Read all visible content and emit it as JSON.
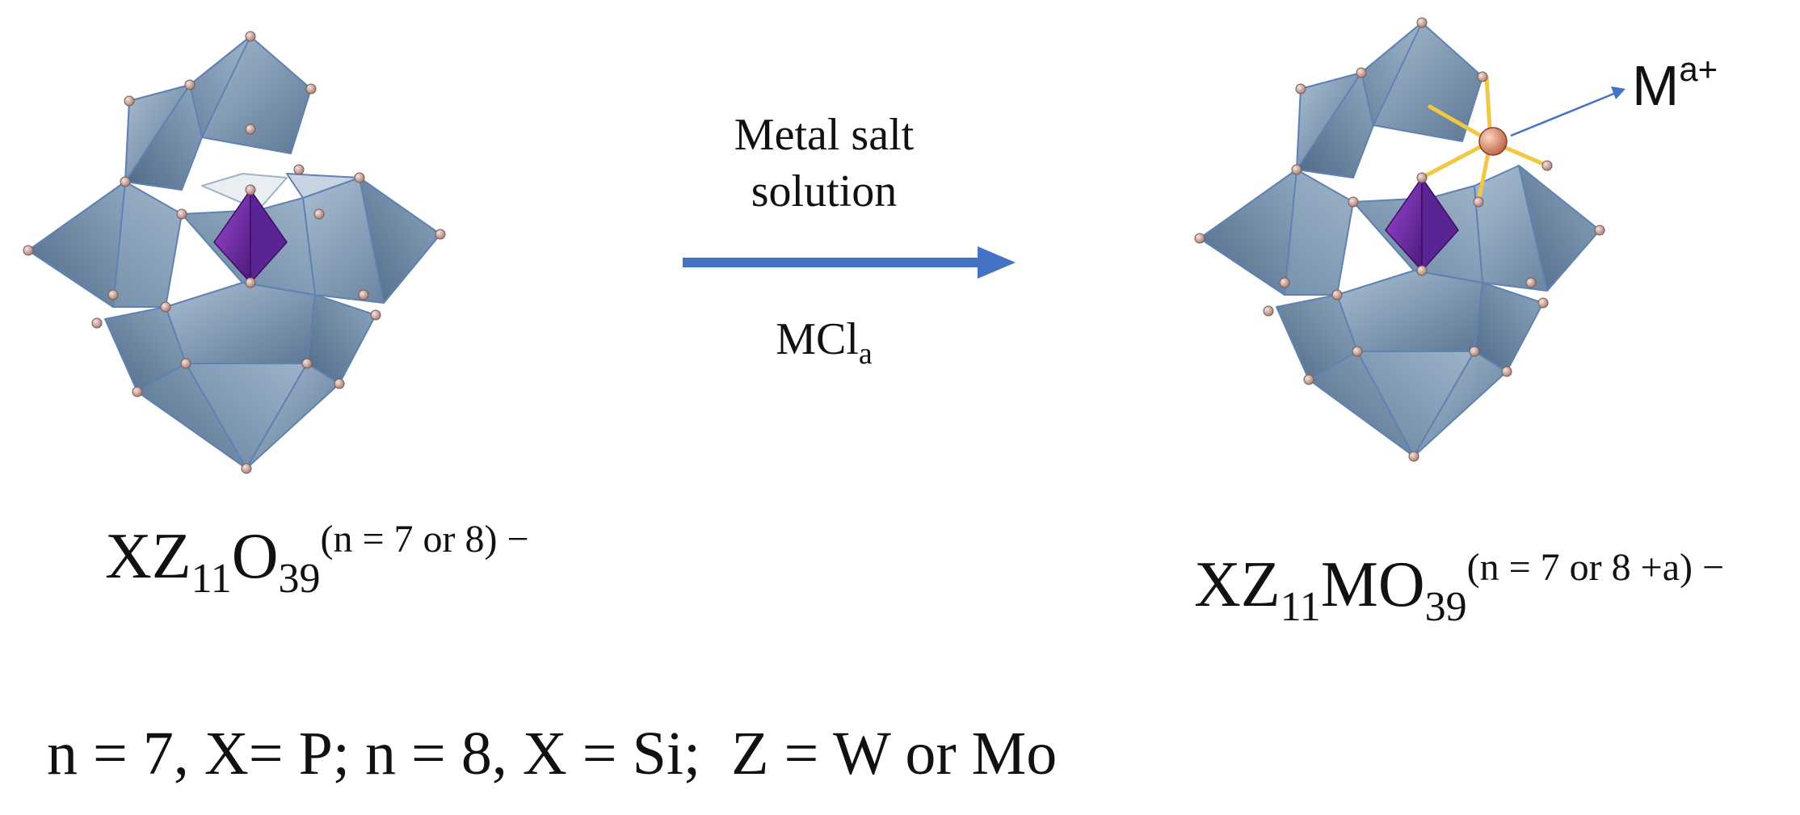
{
  "reaction": {
    "reagent_label_line1": "Metal salt",
    "reagent_label_line2": "solution",
    "metal_chloride": "MCl",
    "metal_chloride_subscript": "a",
    "arrow_color": "#4472C4"
  },
  "reactant": {
    "formula_parts": [
      "XZ",
      "11",
      "O",
      "39"
    ],
    "charge": "(n = 7 or 8) −"
  },
  "product": {
    "formula_parts": [
      "XZ",
      "11",
      "MO",
      "39"
    ],
    "charge": "(n = 7 or 8 +a) −",
    "metal_ion": "M",
    "metal_ion_charge": "a+"
  },
  "legend": {
    "text": "n = 7, X= P; n = 8, X = Si;  Z = W or Mo"
  },
  "colors": {
    "polyhedra": "#7f9ab5",
    "central_tetrahedron": "#7030A0",
    "bonds": "#f2c744",
    "metal_atom": "#e08a66",
    "oxygen_atom": "#c8a39a"
  }
}
